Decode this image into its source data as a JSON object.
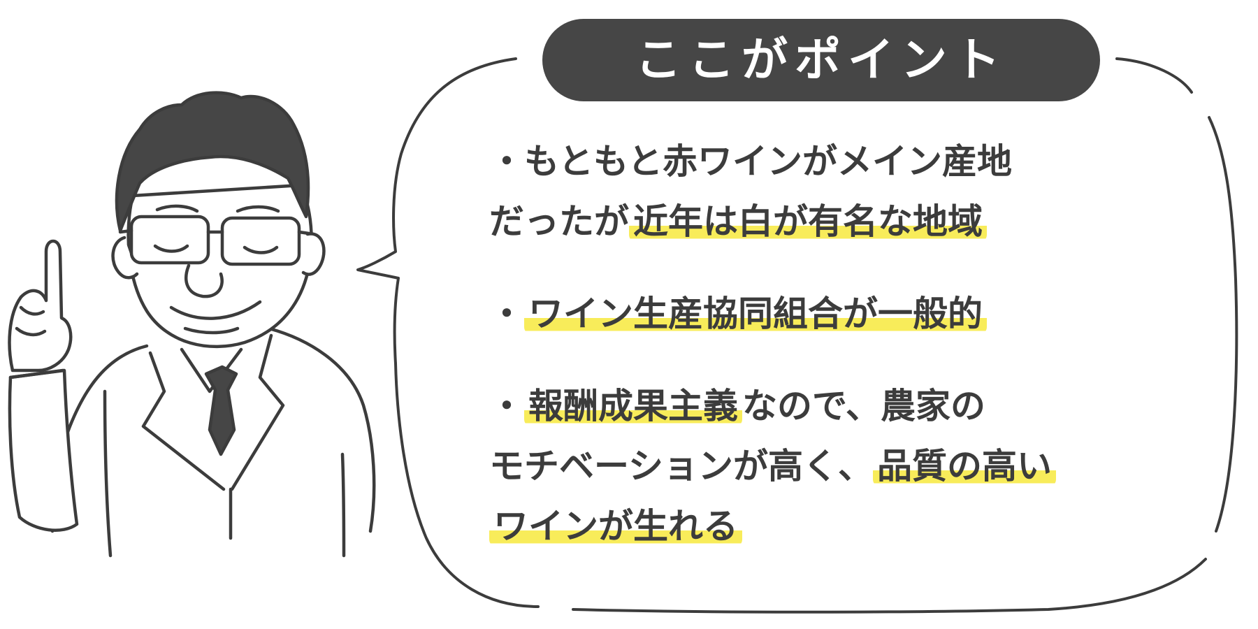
{
  "title": "ここがポイント",
  "points": [
    {
      "bullet": "・",
      "lines": [
        [
          {
            "text": "もともと赤ワインがメイン産地",
            "highlight": false
          }
        ],
        [
          {
            "text": "だったが",
            "highlight": false
          },
          {
            "text": "近年は白が有名な地域",
            "highlight": true
          }
        ]
      ]
    },
    {
      "bullet": "・",
      "lines": [
        [
          {
            "text": "ワイン生産協同組合が一般的",
            "highlight": true
          }
        ]
      ]
    },
    {
      "bullet": "・",
      "lines": [
        [
          {
            "text": "報酬成果主義",
            "highlight": true
          },
          {
            "text": "なので、農家の",
            "highlight": false
          }
        ],
        [
          {
            "text": "モチベーションが高く、",
            "highlight": false
          },
          {
            "text": "品質の高い",
            "highlight": true
          }
        ],
        [
          {
            "text": "ワインが生れる",
            "highlight": true
          }
        ]
      ]
    }
  ],
  "colors": {
    "ink": "#3c3c3c",
    "pill": "#464646",
    "highlight": "#f8ec5a",
    "background": "#ffffff"
  },
  "icons": [
    "speech-bubble-outline",
    "teacher-character-pointing-up"
  ]
}
